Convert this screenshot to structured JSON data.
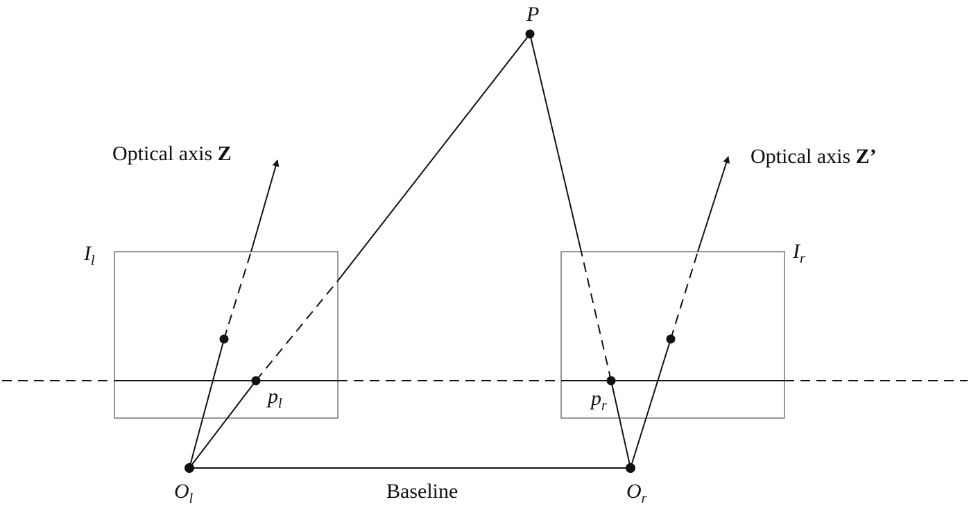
{
  "labels": {
    "point_p": "P",
    "optical_axis_left_text": "Optical axis ",
    "optical_axis_left_bold": "Z",
    "optical_axis_right_text": "Optical axis ",
    "optical_axis_right_bold": "Z’",
    "image_plane_left_main": "I",
    "image_plane_left_sub": "l",
    "image_plane_right_main": "I",
    "image_plane_right_sub": "r",
    "proj_left_main": "p",
    "proj_left_sub": "l",
    "proj_right_main": "p",
    "proj_right_sub": "r",
    "center_left_main": "O",
    "center_left_sub": "l",
    "center_right_main": "O",
    "center_right_sub": "r",
    "baseline": "Baseline"
  },
  "colors": {
    "line": "#111111",
    "frame": "#555555",
    "background": "#ffffff"
  }
}
